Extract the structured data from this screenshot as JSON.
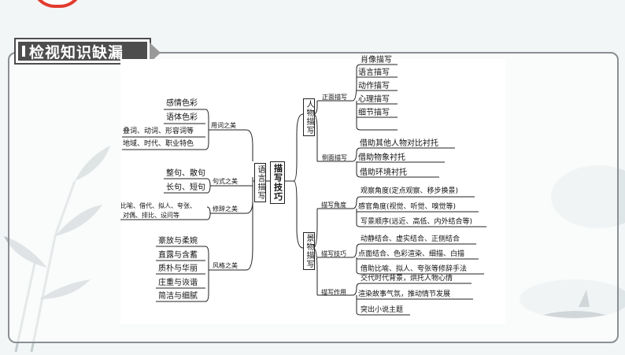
{
  "page": {
    "title": "检视知识缺漏"
  },
  "center": {
    "main": "描写技巧",
    "language": "语言描写"
  },
  "language": {
    "groups": [
      {
        "label": "用词之美",
        "items": [
          "感情色彩",
          "语体色彩",
          "叠词、动词、形容词等",
          "地域、时代、职业特色"
        ]
      },
      {
        "label": "句式之美",
        "items": [
          "整句、散句",
          "长句、短句"
        ]
      },
      {
        "label": "修辞之美",
        "items": [
          "比喻、借代、拟人、夸张、",
          "对偶、排比、设问等"
        ]
      },
      {
        "label": "风格之美",
        "items": [
          "豪放与柔婉",
          "直露与含蓄",
          "质朴与华丽",
          "庄重与诙谐",
          "简洁与细腻"
        ]
      }
    ]
  },
  "character": {
    "label": "人物描写",
    "groups": [
      {
        "label": "正面描写",
        "items": [
          "肖像描写",
          "语言描写",
          "动作描写",
          "心理描写",
          "细节描写"
        ]
      },
      {
        "label": "侧面描写",
        "items": [
          "借助其他人物对比衬托",
          "借助物象衬托",
          "借助环境衬托"
        ]
      }
    ]
  },
  "scenery": {
    "label": "景物描写",
    "groups": [
      {
        "label": "描写角度",
        "items": [
          "观察角度(定点观察、移步换景)",
          "感官角度(视觉、听觉、嗅觉等)",
          "写景顺序(远近、高低、内外结合等)"
        ]
      },
      {
        "label": "描写技巧",
        "items": [
          "动静结合、虚实结合、正侧结合",
          "点面结合、色彩渲染、细描、白描",
          "借助比喻、拟人、夸张等修辞手法"
        ]
      },
      {
        "label": "描写作用",
        "items": [
          "交代时代背景，烘托人物心情",
          "渲染故事气氛，推动情节发展",
          "突出小说主题"
        ]
      }
    ]
  },
  "colors": {
    "frame": "#8a8f93",
    "badge": "#4d4d4d",
    "line": "#222222",
    "accent": "#e23b2f"
  }
}
